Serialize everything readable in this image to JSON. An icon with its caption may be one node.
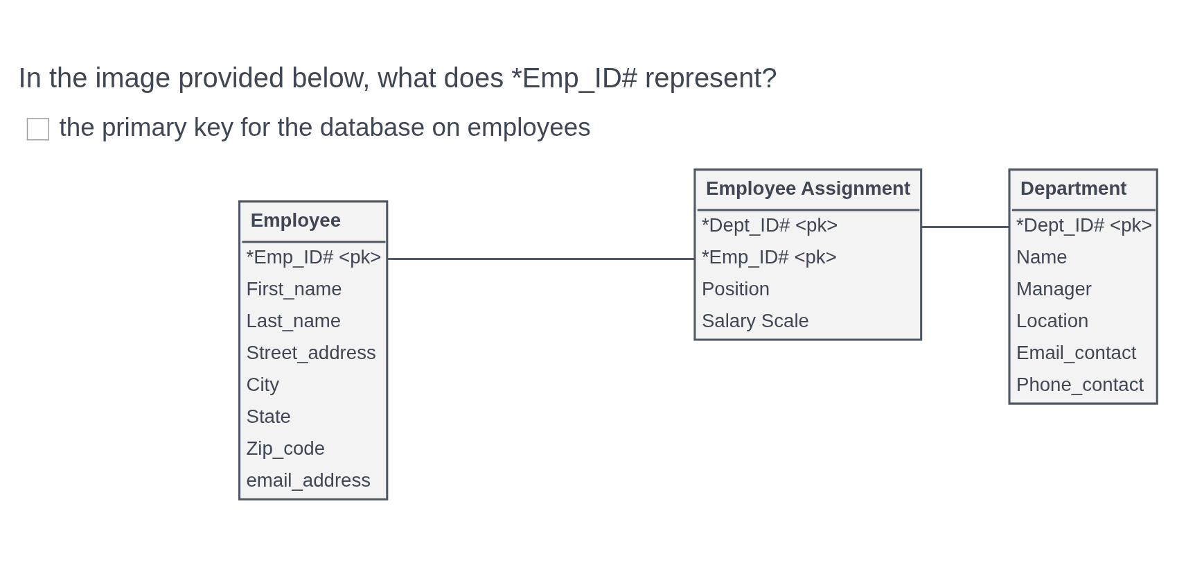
{
  "diagram": {
    "title": "In the image provided below, what does *Emp_ID# represent?",
    "nodes": [
      {
        "text": [
          "Employee",
          "*Emp_ID# <pk>",
          "First_name",
          "Last_name",
          "Street_address",
          "City",
          "State",
          "Zip_code",
          "email_address"
        ]
      },
      {
        "text": [
          "Employee Assignment",
          "*Dept_ID# <pk>",
          "*Emp_ID# <pk>",
          "Position",
          "Salary Scale"
        ]
      },
      {
        "text": [
          "Department",
          "*Dept_ID# <pk>",
          "Name",
          "Manager",
          "Location",
          "Email_contact",
          "Phone_contact"
        ]
      }
    ],
    "edges": [
      {
        "from": 0,
        "to": 1,
        "arrow": "none"
      },
      {
        "from": 1,
        "to": 2,
        "arrow": "none"
      }
    ],
    "labels": [
      "the primary key for the database on employees"
    ]
  }
}
